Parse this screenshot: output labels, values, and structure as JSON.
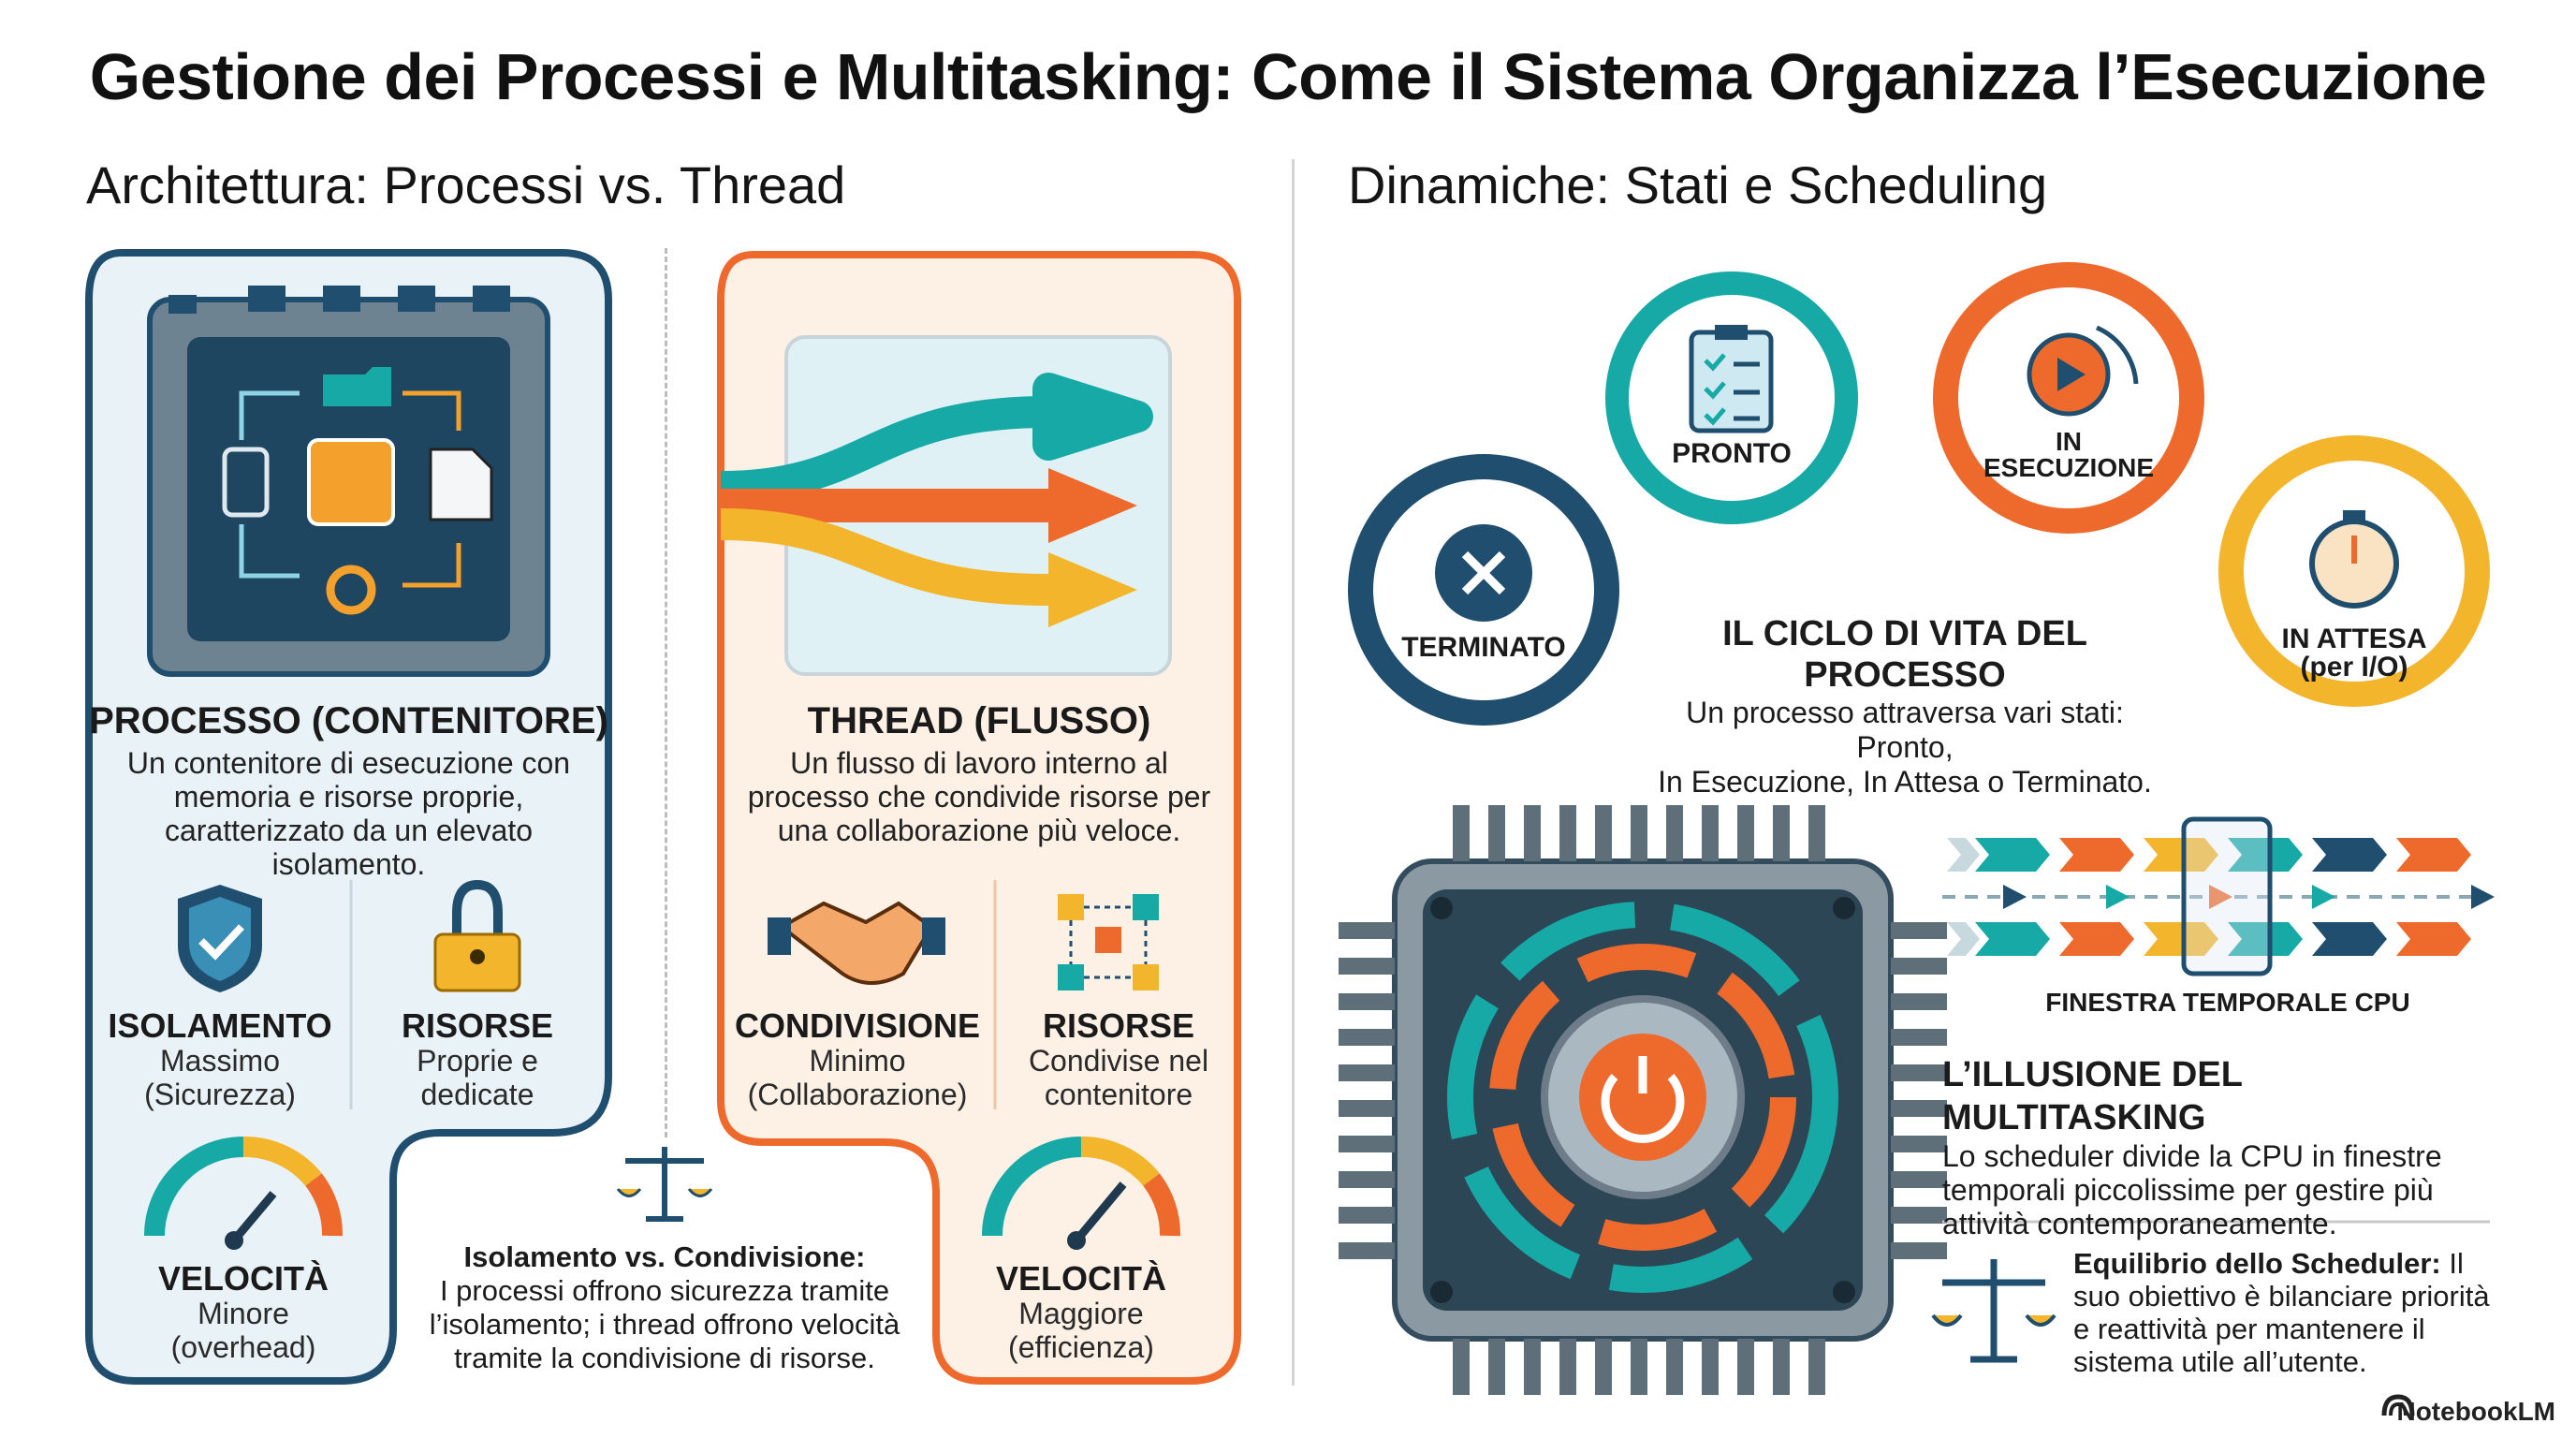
{
  "title": "Gestione dei Processi e Multitasking: Come il Sistema Organizza l’Esecuzione",
  "left_section": {
    "heading": "Architettura: Processi vs. Thread",
    "processo": {
      "title": "PROCESSO (CONTENITORE)",
      "body": [
        "Un contenitore di esecuzione con",
        "memoria e risorse proprie,",
        "caratterizzato da un elevato isolamento."
      ],
      "isolamento": {
        "label": "ISOLAMENTO",
        "lines": [
          "Massimo",
          "(Sicurezza)"
        ]
      },
      "risorse": {
        "label": "RISORSE",
        "lines": [
          "Proprie e",
          "dedicate"
        ]
      },
      "velocita": {
        "label": "VELOCITÀ",
        "lines": [
          "Minore",
          "(overhead)"
        ]
      }
    },
    "thread": {
      "title": "THREAD (FLUSSO)",
      "body": [
        "Un flusso di lavoro interno al",
        "processo che condivide risorse per",
        "una collaborazione più veloce."
      ],
      "condivisione": {
        "label": "CONDIVISIONE",
        "lines": [
          "Minimo",
          "(Collaborazione)"
        ]
      },
      "risorse": {
        "label": "RISORSE",
        "lines": [
          "Condivise nel",
          "contenitore"
        ]
      },
      "velocita": {
        "label": "VELOCITÀ",
        "lines": [
          "Maggiore",
          "(efficienza)"
        ]
      }
    },
    "compare": {
      "title": "Isolamento vs. Condivisione:",
      "lines": [
        "I processi offrono sicurezza tramite",
        "l’isolamento; i thread offrono velocità",
        "tramite la condivisione di risorse."
      ]
    }
  },
  "right_section": {
    "heading": "Dinamiche: Stati e Scheduling",
    "states": {
      "pronto": "PRONTO",
      "esecuzione": [
        "IN",
        "ESECUZIONE"
      ],
      "terminato": "TERMINATO",
      "attesa": [
        "IN ATTESA",
        "(per I/O)"
      ]
    },
    "lifecycle": {
      "title": "IL CICLO DI VITA DEL PROCESSO",
      "lines": [
        "Un processo attraversa vari stati: Pronto,",
        "In Esecuzione, In Attesa o Terminato."
      ]
    },
    "window_label": "FINESTRA TEMPORALE CPU",
    "multitasking": {
      "title": "L’ILLUSIONE DEL MULTITASKING",
      "lines": [
        "Lo scheduler divide la CPU in finestre",
        "temporali piccolissime per gestire più",
        "attività contemporaneamente."
      ]
    },
    "balance": {
      "title": "Equilibrio dello Scheduler:",
      "first_rest": " Il",
      "lines": [
        "suo obiettivo è bilanciare priorità",
        "e reattività per mantenere il",
        "sistema utile all’utente."
      ]
    }
  },
  "brand": "NotebookLM",
  "colors": {
    "navy": "#1f4e6e",
    "teal": "#17a9a6",
    "orange": "#ee6a2c",
    "yellow": "#f3b52c",
    "light_blue": "#e8f2f7",
    "light_orange": "#fdf1e6"
  }
}
